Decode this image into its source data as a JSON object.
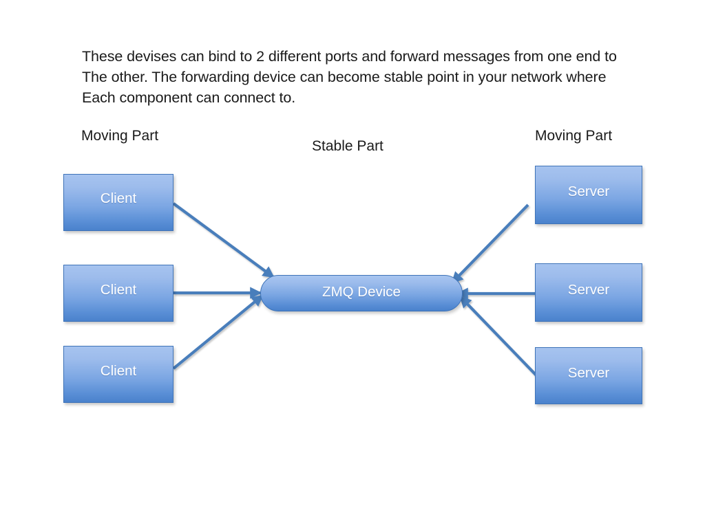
{
  "slide": {
    "background_color": "#ffffff",
    "body_text": "These devises can bind to 2 different ports and forward messages from one end to\nThe other. The forwarding device can become stable point in your network where\nEach component can connect to."
  },
  "captions": {
    "left": "Moving Part",
    "center": "Stable Part",
    "right": "Moving Part"
  },
  "nodes": {
    "clients": [
      {
        "label": "Client"
      },
      {
        "label": "Client"
      },
      {
        "label": "Client"
      }
    ],
    "device": {
      "label": "ZMQ Device"
    },
    "servers": [
      {
        "label": "Server"
      },
      {
        "label": "Server"
      },
      {
        "label": "Server"
      }
    ]
  },
  "colors": {
    "shape_fill_top": "#a6c3ef",
    "shape_fill_bottom": "#4a82cc",
    "shape_border": "#3e73b8",
    "connector": "#4a7ebb",
    "node_text": "#ffffff",
    "body_text": "#1a1a1a"
  },
  "connectors": [
    {
      "name": "client-1-to-device",
      "from": "client-1",
      "to": "device",
      "direction": "right-down",
      "arrowhead": "end"
    },
    {
      "name": "client-2-to-device",
      "from": "client-2",
      "to": "device",
      "direction": "right",
      "arrowhead": "end"
    },
    {
      "name": "client-3-to-device",
      "from": "client-3",
      "to": "device",
      "direction": "right-up",
      "arrowhead": "end"
    },
    {
      "name": "server-1-to-device",
      "from": "server-1",
      "to": "device",
      "direction": "left-down",
      "arrowhead": "end"
    },
    {
      "name": "server-2-to-device",
      "from": "server-2",
      "to": "device",
      "direction": "left",
      "arrowhead": "end"
    },
    {
      "name": "server-3-to-device",
      "from": "server-3",
      "to": "device",
      "direction": "left-up",
      "arrowhead": "end"
    }
  ]
}
